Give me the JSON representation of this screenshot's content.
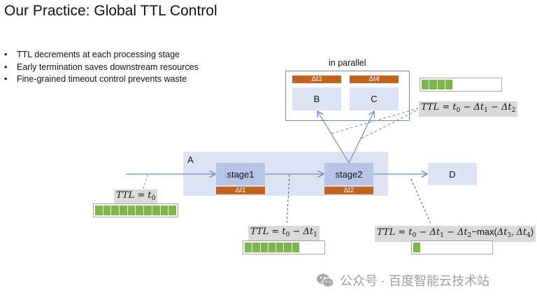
{
  "title": "Our Practice: Global TTL Control",
  "bullets": [
    "TTL decrements at each processing stage",
    "Early termination saves downstream resources",
    "Fine-grained timeout control prevents waste"
  ],
  "bullet_glyph": "•",
  "diagram": {
    "container_a_label": "A",
    "parallel_label": "in parallel",
    "nodes": {
      "stage1": {
        "label": "stage1",
        "cost": "Δt1"
      },
      "stage2": {
        "label": "stage2",
        "cost": "Δt2"
      },
      "b": {
        "label": "B",
        "cost": "Δt3"
      },
      "c": {
        "label": "C",
        "cost": "Δt4"
      },
      "d": {
        "label": "D"
      }
    },
    "ttl_checkpoints": [
      {
        "id": "start",
        "formula_html": "TTL = t<sub>0</sub>",
        "remaining_fraction": 1.0,
        "cells_filled": 10,
        "cells_total": 10
      },
      {
        "id": "after-stage1",
        "formula_html": "TTL = t<sub>0</sub> − Δt<sub>1</sub>",
        "remaining_fraction": 0.7,
        "cells_filled": 7,
        "cells_total": 10
      },
      {
        "id": "after-stage2",
        "formula_html": "TTL = t<sub>0</sub> − Δt<sub>1</sub> − Δt<sub>2</sub>",
        "remaining_fraction": 0.4,
        "cells_filled": 4,
        "cells_total": 10
      },
      {
        "id": "after-parallel",
        "formula_html": "TTL = t<sub>0</sub> − Δt<sub>1</sub> − Δt<sub>2</sub><span class=\"up\">−max(</span>Δt<sub>3</sub><span class=\"up\">, </span>Δt<sub>4</sub><span class=\"up\">)</span>",
        "remaining_fraction": 0.1,
        "cells_filled": 1,
        "cells_total": 10
      }
    ],
    "colors": {
      "container_fill": "#dde3f2",
      "stage_fill": "#b6c4e6",
      "cost_fill": "#c1621f",
      "arrow": "#6f88c6",
      "ttl_fill": "#7ab648",
      "formula_bg": "#d9d9d9"
    }
  },
  "watermark": {
    "icon": "wechat-icon",
    "text": "公众号 · 百度智能云技术站"
  }
}
